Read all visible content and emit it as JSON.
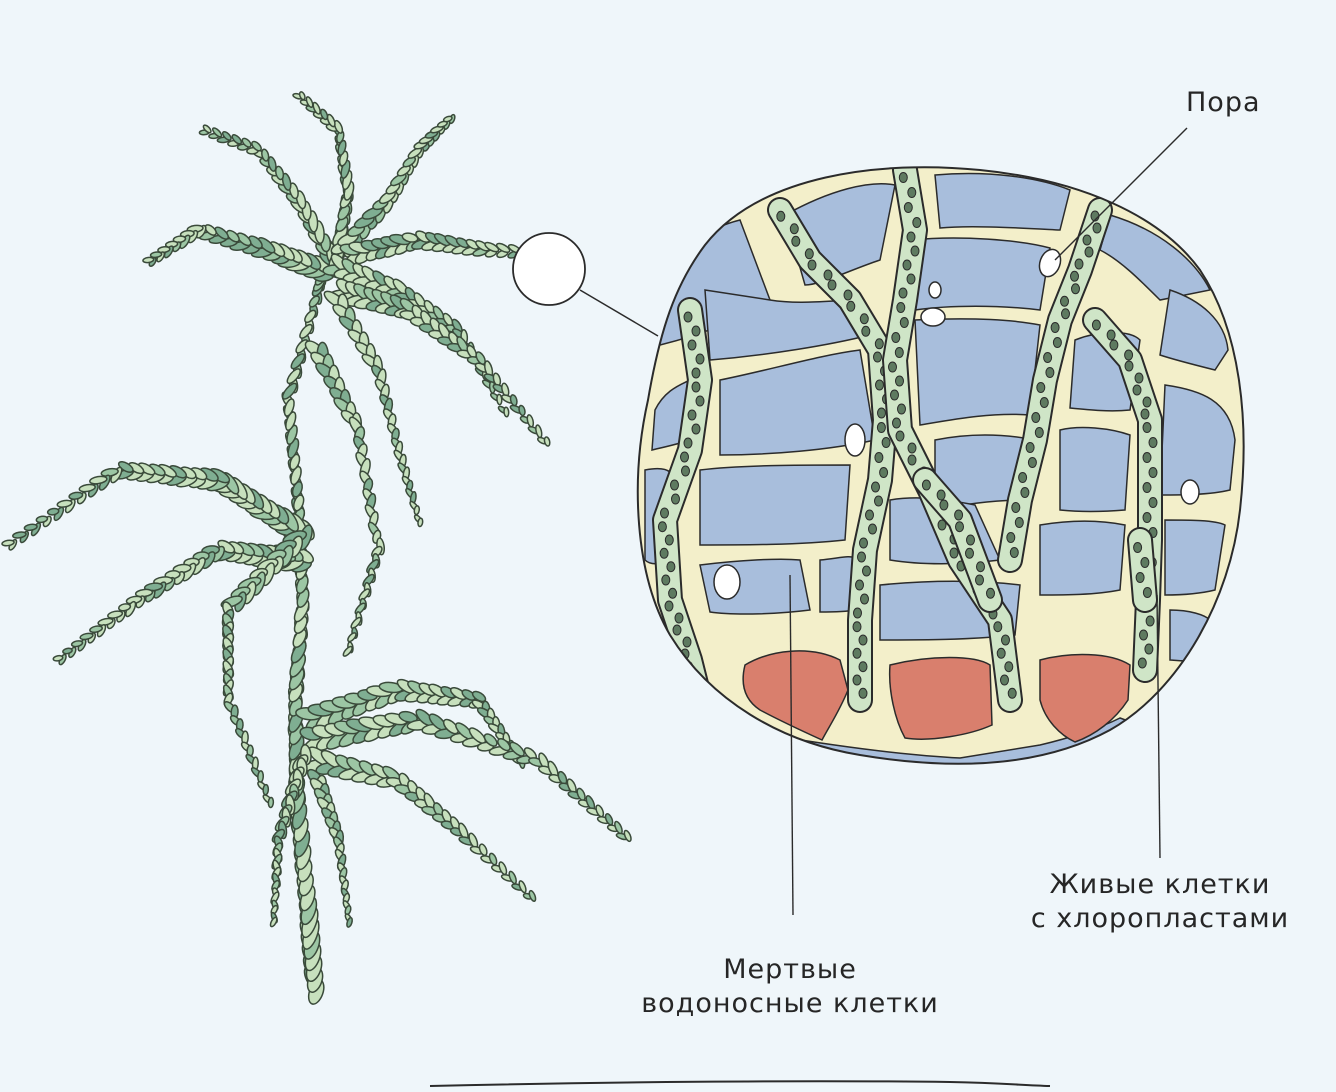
{
  "labels": {
    "pore": "Пора",
    "live_line1": "Живые клетки",
    "live_line2": "с хлоропластами",
    "dead_line1": "Мертвые",
    "dead_line2": "водоносные клетки"
  },
  "colors": {
    "background": "#eff6fa",
    "leaf_light": "#c7e0bd",
    "leaf_mid": "#9cc6a4",
    "leaf_dark": "#7fae92",
    "dead_cell": "#a8bedc",
    "cell_wall": "#f3efca",
    "live_cell": "#cfe5c7",
    "chloroplast": "#5e7a60",
    "red_cell": "#d97f6d",
    "outline": "#2b2b2b"
  }
}
